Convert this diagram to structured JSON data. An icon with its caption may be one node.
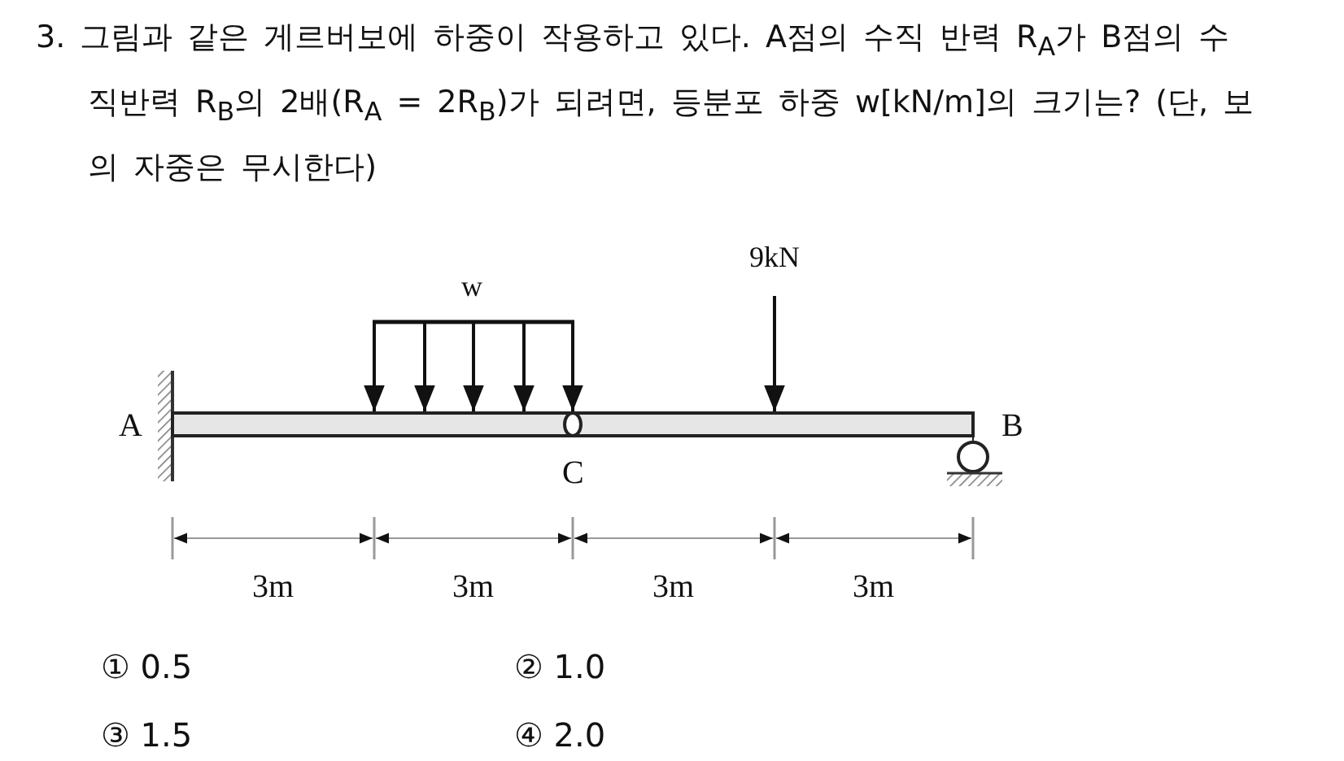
{
  "diagram": {
    "title": "3. 그림과 같은 게르버보에 하중이 작용하고 있다. A점의 수직 반력 R$_{A}$가 B점의 수직반력 R$_{B}$의 2배(R$_{A}$ = 2R$_{B}$)가 되려면, 등분포 하중 w[kN/m]의 크기는? (단, 보의 자중은 무시한다)",
    "labels": [
      "w",
      "9kN",
      "A",
      "B",
      "C",
      "3m",
      "3m",
      "3m",
      "3m",
      "① 0.5",
      "② 1.0",
      "③ 1.5",
      "④ 2.0"
    ]
  }
}
